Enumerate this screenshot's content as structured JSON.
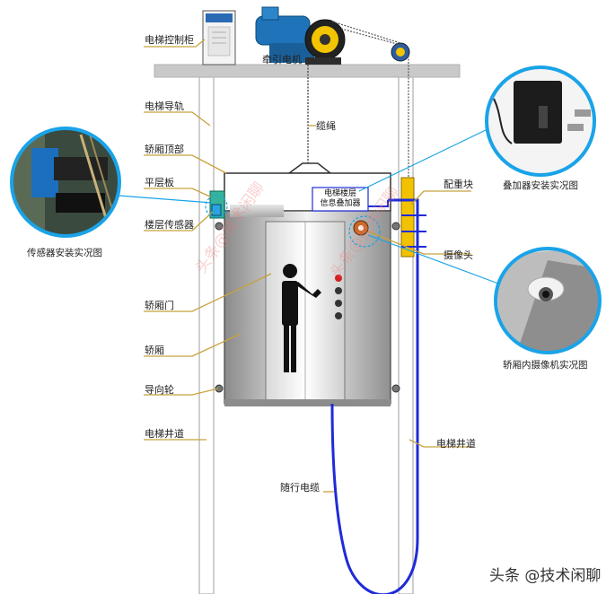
{
  "labels": {
    "control_cabinet": "电梯控制柜",
    "traction_machine": "牵引电机",
    "guide_rail": "电梯导轨",
    "rope": "缆绳",
    "car_top": "轿厢顶部",
    "level_plate": "平层板",
    "floor_sensor": "楼层传感器",
    "car_door": "轿厢门",
    "car": "轿厢",
    "guide_wheel": "导向轮",
    "shaft_left": "电梯井道",
    "shaft_right": "电梯井道",
    "travel_cable": "随行电缆",
    "counterweight": "配重块",
    "camera": "摄像头",
    "overlay_line1": "电梯楼层",
    "overlay_line2": "信息叠加器"
  },
  "captions": {
    "sensor_photo": "传感器安装实况图",
    "overlay_photo": "叠加器安装实况图",
    "camera_photo": "轿厢内摄像机实况图"
  },
  "watermark": "头条 @技术闲聊",
  "colors": {
    "cyan_ring": "#1aa3e8",
    "leader_line": "#c8a23c",
    "cable_blue": "#1f2bd8",
    "counterweight_yellow": "#f2c200",
    "shaft_wall": "#bfbfbf"
  }
}
